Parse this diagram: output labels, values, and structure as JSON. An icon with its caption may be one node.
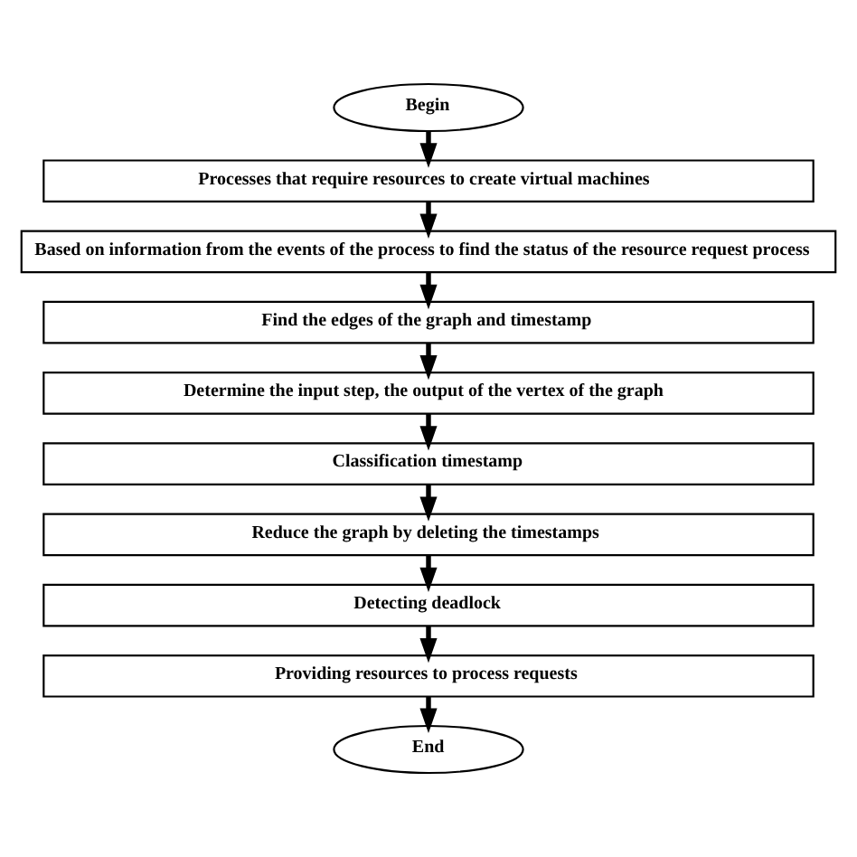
{
  "diagram": {
    "nodes": [
      {
        "text": [
          "Begin"
        ]
      },
      {
        "text": [
          "Processes that require resources to create virtual machines"
        ]
      },
      {
        "text": [
          "Based on information from the events of the process to find the status of the resource request process"
        ]
      },
      {
        "text": [
          "Find the edges of the graph and timestamp"
        ]
      },
      {
        "text": [
          "Determine the input step, the output of the vertex of the graph"
        ]
      },
      {
        "text": [
          "Classification timestamp"
        ]
      },
      {
        "text": [
          "Reduce the graph by deleting the timestamps"
        ]
      },
      {
        "text": [
          "Detecting deadlock"
        ]
      },
      {
        "text": [
          "Providing resources to process requests"
        ]
      },
      {
        "text": [
          "End"
        ]
      }
    ],
    "edges": [
      {
        "from": 0,
        "to": 1,
        "arrow": "to"
      },
      {
        "from": 1,
        "to": 2,
        "arrow": "to"
      },
      {
        "from": 2,
        "to": 3,
        "arrow": "to"
      },
      {
        "from": 3,
        "to": 4,
        "arrow": "to"
      },
      {
        "from": 4,
        "to": 5,
        "arrow": "to"
      },
      {
        "from": 5,
        "to": 6,
        "arrow": "to"
      },
      {
        "from": 6,
        "to": 7,
        "arrow": "to"
      },
      {
        "from": 7,
        "to": 8,
        "arrow": "to"
      },
      {
        "from": 8,
        "to": 9,
        "arrow": "to"
      }
    ]
  }
}
